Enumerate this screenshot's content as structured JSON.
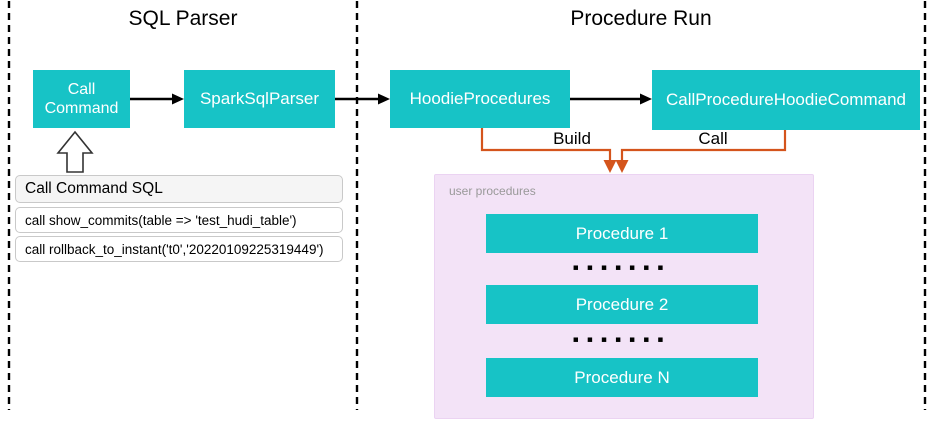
{
  "diagram": {
    "sections": [
      {
        "title": "SQL Parser"
      },
      {
        "title": "Procedure Run"
      }
    ]
  },
  "nodes": {
    "call_command": "Call Command",
    "spark_sql_parser": "SparkSqlParser",
    "hoodie_procedures": "HoodieProcedures",
    "call_procedure_hoodie_command": "CallProcedureHoodieCommand"
  },
  "edge_labels": {
    "build": "Build",
    "call": "Call"
  },
  "sql_panel": {
    "header": "Call Command SQL",
    "rows": [
      "call show_commits(table => 'test_hudi_table')",
      "call rollback_to_instant('t0','20220109225319449')"
    ]
  },
  "user_procedures": {
    "label": "user procedures",
    "items": [
      "Procedure 1",
      "Procedure 2",
      "Procedure N"
    ],
    "ellipsis": "▪▪▪▪▪▪▪"
  },
  "colors": {
    "node_fill": "#17C3C6",
    "node_text": "#FFFFFF",
    "connector_black": "#000000",
    "connector_orange": "#D4541C",
    "purple_panel_fill": "#F3E3F7",
    "muted_label": "#999999",
    "sql_header_fill": "#F5F5F5"
  }
}
